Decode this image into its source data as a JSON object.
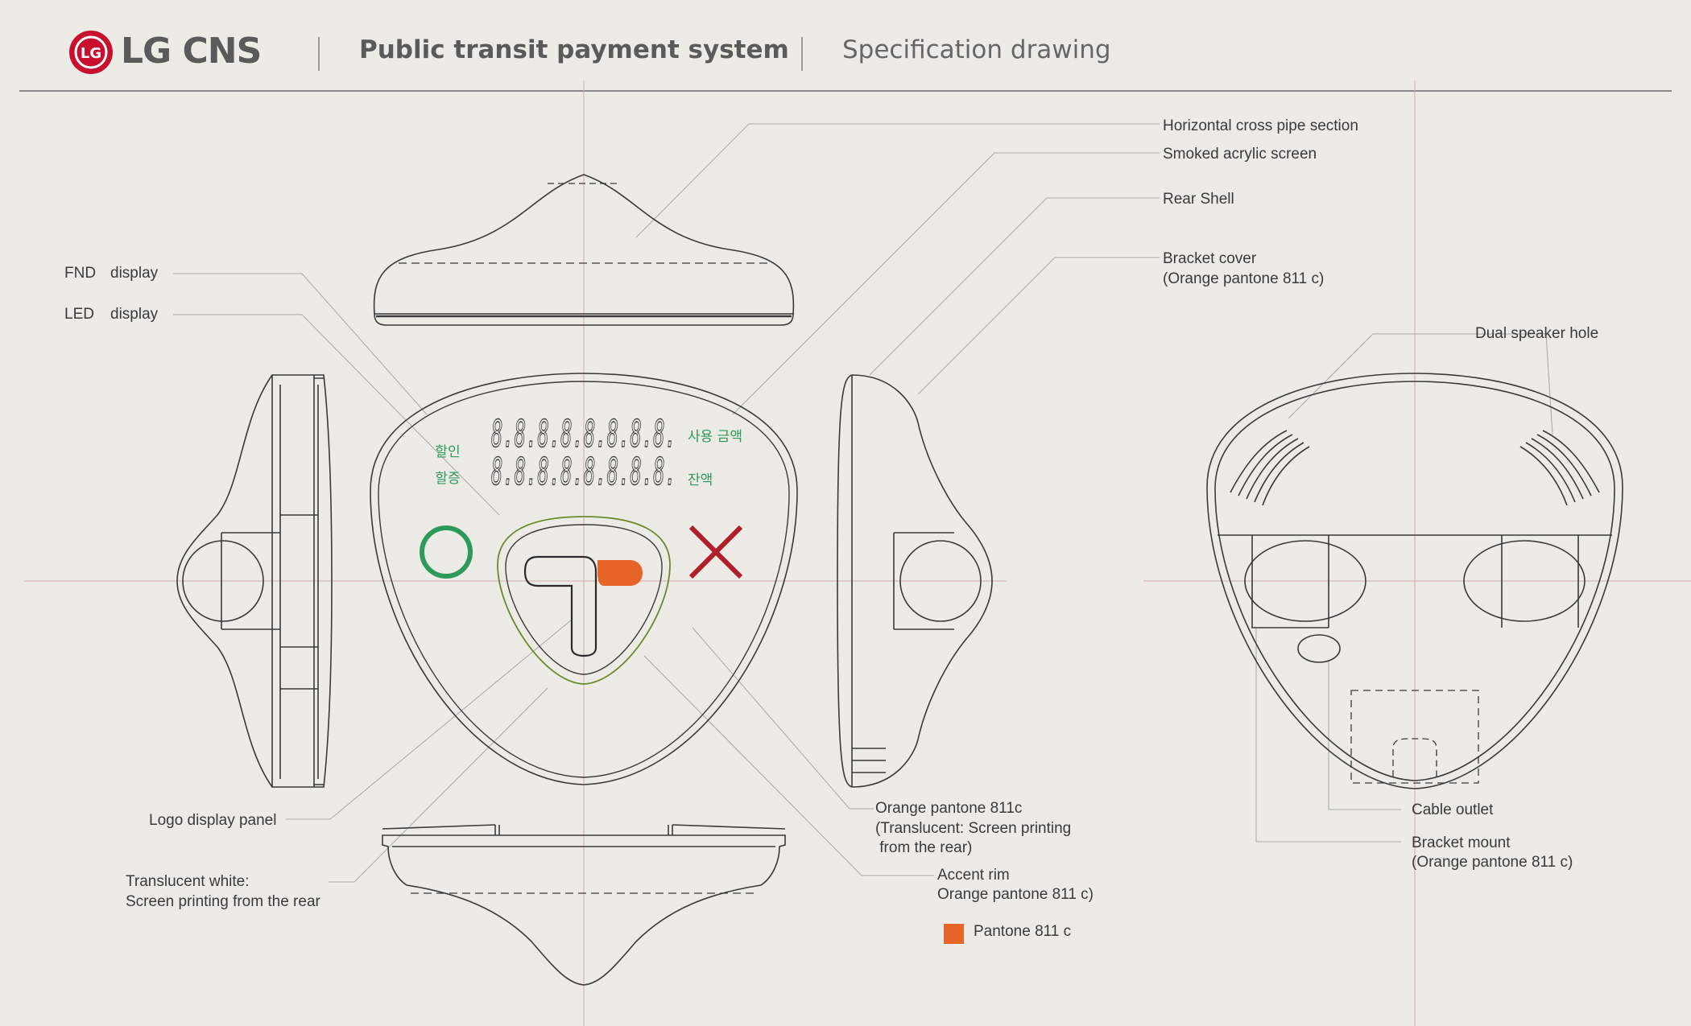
{
  "header": {
    "brand": "LG CNS",
    "logo_mark": "LG",
    "title": "Public transit payment system",
    "subtitle": "Specification drawing"
  },
  "colors": {
    "background": "#ecebe6",
    "line": "#3a3a3a",
    "accent_orange": "#e8652a",
    "green": "#2e9a5a",
    "red_x": "#b0202a",
    "logo_red": "#c8102e",
    "ring_green": "#6a8a2a"
  },
  "display": {
    "digits_row1": "8.8.8.8.8.8.8.8.",
    "digits_row2": "8.8.8.8.8.8.8.8.",
    "label_discount": "할인",
    "label_surcharge": "할증",
    "label_amount_used": "사용 금액",
    "label_balance": "잔액"
  },
  "labels": {
    "horizontal_pipe": "Horizontal cross pipe section",
    "smoked_screen": "Smoked acrylic screen",
    "rear_shell": "Rear Shell",
    "bracket_cover_1": "Bracket cover",
    "bracket_cover_2": "(Orange pantone 811 c)",
    "dual_speaker": "Dual speaker hole",
    "fnd_display_1": "FND",
    "fnd_display_2": "display",
    "led_display_1": "LED",
    "led_display_2": "display",
    "logo_panel": "Logo display panel",
    "translucent_1": "Translucent white:",
    "translucent_2": "Screen printing from the rear",
    "orange_811c_1": "Orange pantone 811c",
    "orange_811c_2": "(Translucent: Screen printing",
    "orange_811c_3": " from the rear)",
    "accent_rim_1": "Accent rim",
    "accent_rim_2": "Orange pantone 811 c)",
    "cable_outlet": "Cable outlet",
    "bracket_mount_1": "Bracket mount",
    "bracket_mount_2": "(Orange pantone 811 c)",
    "pantone_legend": "Pantone 811 c"
  }
}
